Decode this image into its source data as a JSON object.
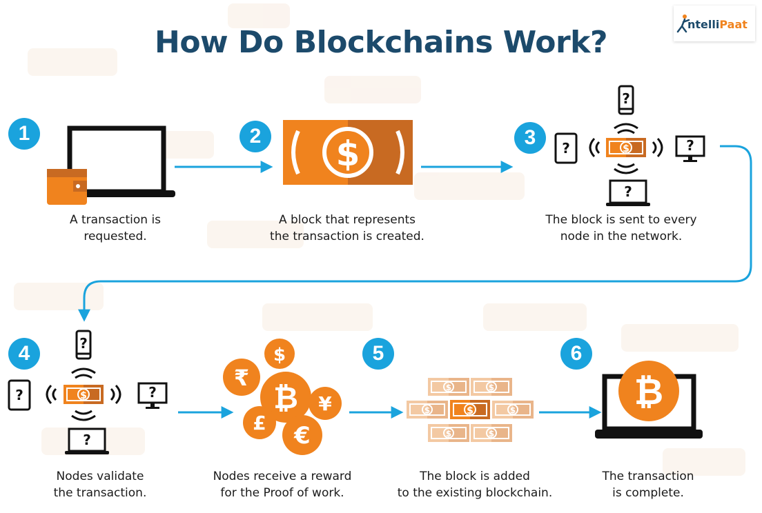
{
  "title": "How Do Blockchains Work?",
  "logo": {
    "text_prefix": "ntelli",
    "text_accent": "Paat"
  },
  "steps": [
    {
      "number": "1",
      "caption": [
        "A transaction is",
        "requested."
      ]
    },
    {
      "number": "2",
      "caption": [
        "A block that represents",
        "the transaction is created."
      ]
    },
    {
      "number": "3",
      "caption": [
        "The block is sent to every",
        "node in the network."
      ]
    },
    {
      "number": "4",
      "caption": [
        "Nodes validate",
        "the transaction."
      ]
    },
    {
      "caption": [
        "Nodes receive a reward",
        "for the Proof of work."
      ]
    },
    {
      "number": "5",
      "caption": [
        "The block is added",
        "to the existing blockchain."
      ]
    },
    {
      "number": "6",
      "caption": [
        "The transaction",
        "is complete."
      ]
    }
  ],
  "symbols": {
    "dollar": "$",
    "question": "?",
    "bitcoin": "₿",
    "rupee": "₹",
    "yen": "¥",
    "pound": "£",
    "euro": "€"
  },
  "colors": {
    "accent": "#1aa3dd",
    "orange": "#f0831e",
    "dark_orange": "#c86a22",
    "navy": "#1c4a6b"
  }
}
